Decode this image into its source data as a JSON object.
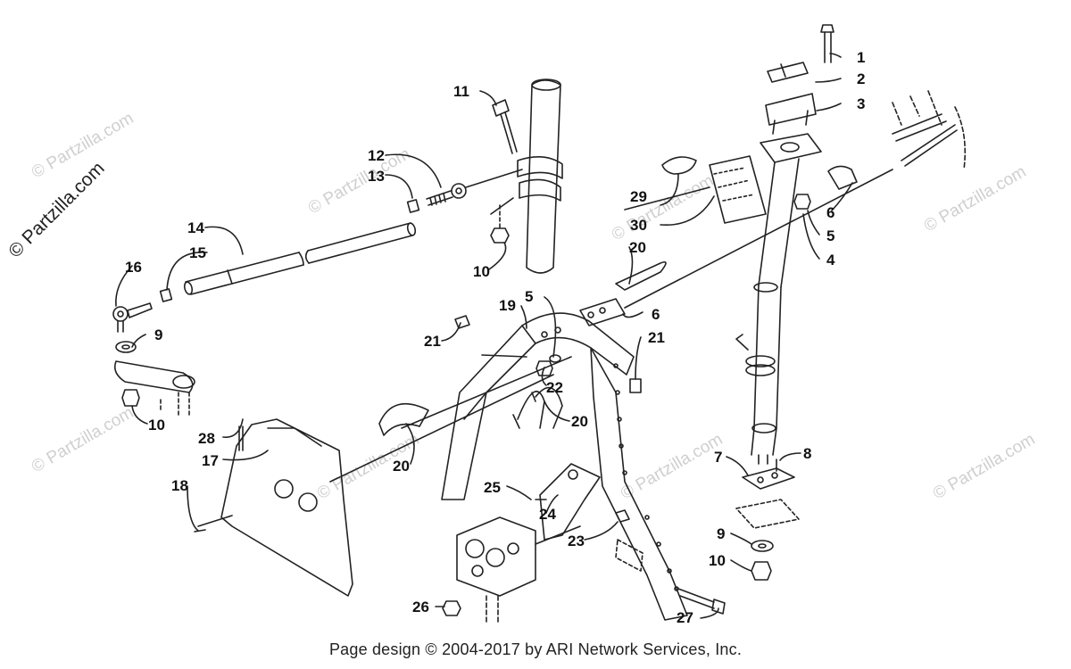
{
  "watermark": {
    "main": "© Partzilla.com",
    "faint": "© Partzilla.com"
  },
  "footer": "Page design © 2004-2017 by ARI Network Services, Inc.",
  "callouts": [
    {
      "id": "c1",
      "label": "1"
    },
    {
      "id": "c2",
      "label": "2"
    },
    {
      "id": "c3",
      "label": "3"
    },
    {
      "id": "c4",
      "label": "4"
    },
    {
      "id": "c5a",
      "label": "5"
    },
    {
      "id": "c5b",
      "label": "5"
    },
    {
      "id": "c6a",
      "label": "6"
    },
    {
      "id": "c6b",
      "label": "6"
    },
    {
      "id": "c7",
      "label": "7"
    },
    {
      "id": "c8",
      "label": "8"
    },
    {
      "id": "c9a",
      "label": "9"
    },
    {
      "id": "c9b",
      "label": "9"
    },
    {
      "id": "c10a",
      "label": "10"
    },
    {
      "id": "c10b",
      "label": "10"
    },
    {
      "id": "c10c",
      "label": "10"
    },
    {
      "id": "c11",
      "label": "11"
    },
    {
      "id": "c12",
      "label": "12"
    },
    {
      "id": "c13",
      "label": "13"
    },
    {
      "id": "c14",
      "label": "14"
    },
    {
      "id": "c15",
      "label": "15"
    },
    {
      "id": "c16",
      "label": "16"
    },
    {
      "id": "c17",
      "label": "17"
    },
    {
      "id": "c18",
      "label": "18"
    },
    {
      "id": "c19",
      "label": "19"
    },
    {
      "id": "c20a",
      "label": "20"
    },
    {
      "id": "c20b",
      "label": "20"
    },
    {
      "id": "c20c",
      "label": "20"
    },
    {
      "id": "c21a",
      "label": "21"
    },
    {
      "id": "c21b",
      "label": "21"
    },
    {
      "id": "c22",
      "label": "22"
    },
    {
      "id": "c23",
      "label": "23"
    },
    {
      "id": "c24",
      "label": "24"
    },
    {
      "id": "c25",
      "label": "25"
    },
    {
      "id": "c26",
      "label": "26"
    },
    {
      "id": "c27",
      "label": "27"
    },
    {
      "id": "c28",
      "label": "28"
    },
    {
      "id": "c29",
      "label": "29"
    },
    {
      "id": "c30",
      "label": "30"
    }
  ]
}
